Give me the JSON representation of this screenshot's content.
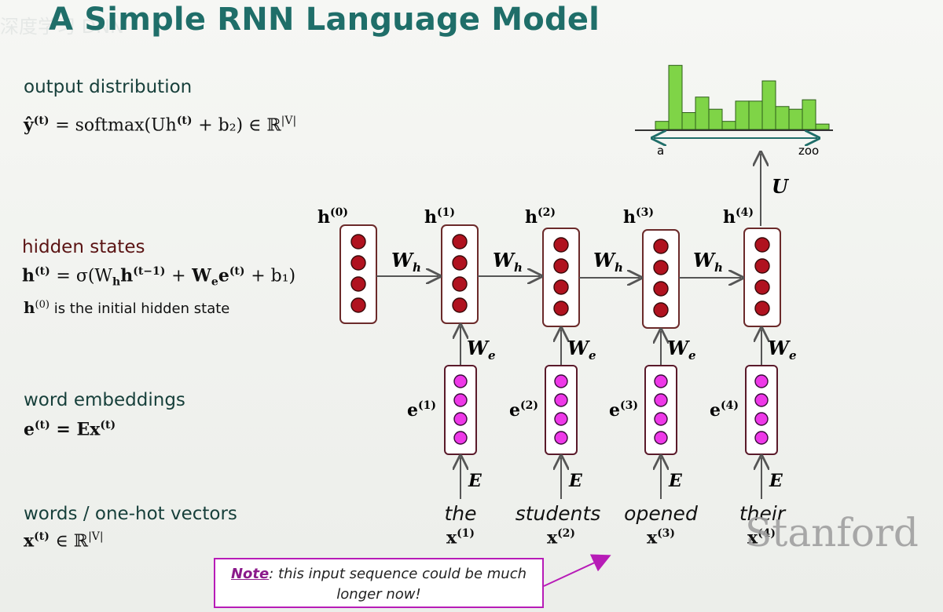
{
  "slide": {
    "title": "A Simple RNN Language Model",
    "watermark": "深度学习 DNN"
  },
  "output": {
    "heading": "output distribution",
    "formula_lhs": "ŷ",
    "formula_rhs": "= softmax(Uh",
    "formula_tail": "+ b₂) ∈ ℝ",
    "sup_t": "(t)",
    "sup_v": "|V|",
    "axis_start": "a",
    "axis_end": "zoo",
    "bar_values": [
      0.12,
      0.95,
      0.25,
      0.48,
      0.3,
      0.12,
      0.42,
      0.42,
      0.72,
      0.34,
      0.3,
      0.44,
      0.08
    ]
  },
  "hidden": {
    "heading": "hidden states",
    "formula_lhs": "h",
    "formula_rhs": "= σ(W",
    "formula_tail": "+ b₁)",
    "initial_text": "is the initial hidden state",
    "initial_sym": "h"
  },
  "embed": {
    "heading": "word embeddings",
    "formula_lhs": "e",
    "formula_rhs": "= Ex",
    "sup_t": "(t)"
  },
  "words": {
    "heading": "words / one-hot vectors",
    "formula_lhs": "x",
    "formula_rhs": "∈ ℝ",
    "sup_t": "(t)",
    "sup_v": "|V|",
    "items": [
      {
        "word": "the",
        "x_sup": "(1)"
      },
      {
        "word": "students",
        "x_sup": "(2)"
      },
      {
        "word": "opened",
        "x_sup": "(3)"
      },
      {
        "word": "their",
        "x_sup": "(4)"
      }
    ]
  },
  "labels": {
    "h_sym": "h",
    "h_sups": [
      "(0)",
      "(1)",
      "(2)",
      "(3)",
      "(4)"
    ],
    "e_sym": "e",
    "e_sups": [
      "(1)",
      "(2)",
      "(3)",
      "(4)"
    ],
    "Wh": "W",
    "Wh_sub": "h",
    "We": "W",
    "We_sub": "e",
    "E": "E",
    "U": "U",
    "x_sym": "x"
  },
  "note": {
    "keyword": "Note",
    "text": ": this input sequence could be much longer now!"
  },
  "brand": "Stanford",
  "colors": {
    "title": "#1f6e69",
    "hidden_node": "#b0121f",
    "embed_node": "#ee38e8",
    "bar": "#7fd447",
    "note_border": "#b71cb7"
  }
}
